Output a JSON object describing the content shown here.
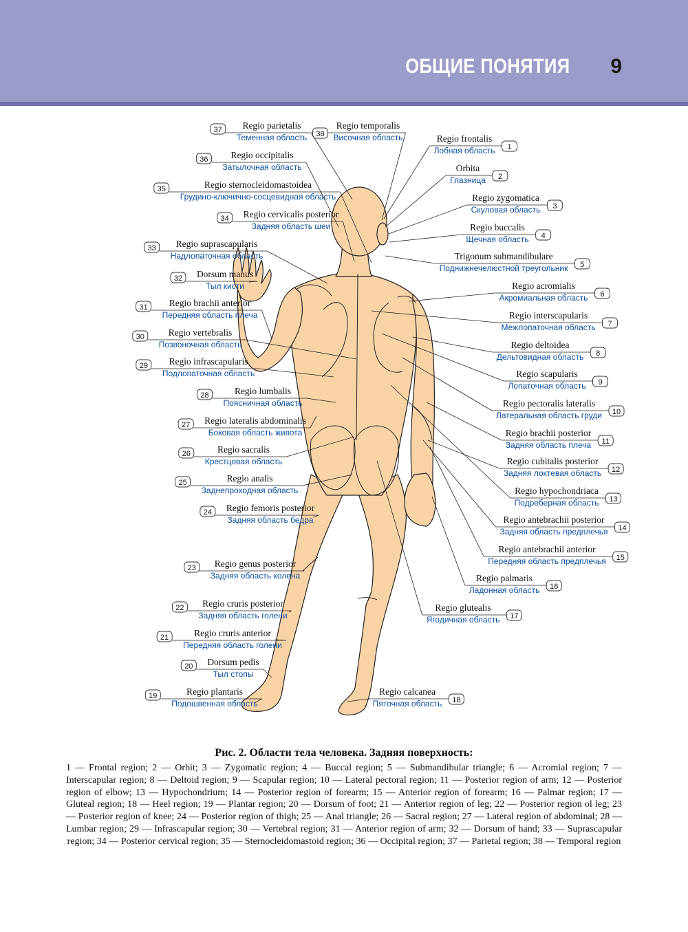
{
  "header": {
    "title": "ОБЩИЕ ПОНЯТИЯ",
    "page_number": "9"
  },
  "labels": [
    {
      "n": "1",
      "la": "Regio frontalis",
      "ru": "Лобная область"
    },
    {
      "n": "2",
      "la": "Orbita",
      "ru": "Глазница"
    },
    {
      "n": "3",
      "la": "Regio zygomatica",
      "ru": "Скуловая область"
    },
    {
      "n": "4",
      "la": "Regio buccalis",
      "ru": "Щечная область"
    },
    {
      "n": "5",
      "la": "Trigonum submandibulare",
      "ru": "Поднижнечелюстной треугольник"
    },
    {
      "n": "6",
      "la": "Regio acromialis",
      "ru": "Акромиальная область"
    },
    {
      "n": "7",
      "la": "Regio interscapularis",
      "ru": "Межлопаточная область"
    },
    {
      "n": "8",
      "la": "Regio deltoidea",
      "ru": "Дельтовидная область"
    },
    {
      "n": "9",
      "la": "Regio scapularis",
      "ru": "Лопаточная область"
    },
    {
      "n": "10",
      "la": "Regio pectoralis lateralis",
      "ru": "Латеральная область груди"
    },
    {
      "n": "11",
      "la": "Regio brachii posterior",
      "ru": "Задняя область плеча"
    },
    {
      "n": "12",
      "la": "Regio cubitalis posterior",
      "ru": "Задняя локтевая область"
    },
    {
      "n": "13",
      "la": "Regio hypochondriaca",
      "ru": "Подреберная область"
    },
    {
      "n": "14",
      "la": "Regio antebrachii posterior",
      "ru": "Задняя область предплечья"
    },
    {
      "n": "15",
      "la": "Regio antebrachii anterior",
      "ru": "Передняя область предплечья"
    },
    {
      "n": "16",
      "la": "Regio palmaris",
      "ru": "Ладонная область"
    },
    {
      "n": "17",
      "la": "Regio glutealis",
      "ru": "Ягодичная область"
    },
    {
      "n": "18",
      "la": "Regio calcanea",
      "ru": "Пяточная область"
    },
    {
      "n": "19",
      "la": "Regio plantaris",
      "ru": "Подошвенная область"
    },
    {
      "n": "20",
      "la": "Dorsum pedis",
      "ru": "Тыл стопы"
    },
    {
      "n": "21",
      "la": "Regio cruris anterior",
      "ru": "Передняя область голени"
    },
    {
      "n": "22",
      "la": "Regio cruris posterior",
      "ru": "Задняя область голени"
    },
    {
      "n": "23",
      "la": "Regio genus posterior",
      "ru": "Задняя область колена"
    },
    {
      "n": "24",
      "la": "Regio femoris posterior",
      "ru": "Задняя область бедра"
    },
    {
      "n": "25",
      "la": "Regio analis",
      "ru": "Заднепроходная область"
    },
    {
      "n": "26",
      "la": "Regio sacralis",
      "ru": "Крестцовая область"
    },
    {
      "n": "27",
      "la": "Regio lateralis abdominalis",
      "ru": "Боковая область живота"
    },
    {
      "n": "28",
      "la": "Regio lumbalis",
      "ru": "Поясничная область"
    },
    {
      "n": "29",
      "la": "Regio infrascapularis",
      "ru": "Подлопаточная область"
    },
    {
      "n": "30",
      "la": "Regio vertebralis",
      "ru": "Позвоночная область"
    },
    {
      "n": "31",
      "la": "Regio brachii anterior",
      "ru": "Передняя область плеча"
    },
    {
      "n": "32",
      "la": "Dorsum manus",
      "ru": "Тыл кисти"
    },
    {
      "n": "33",
      "la": "Regio suprascapularis",
      "ru": "Надлопаточная область"
    },
    {
      "n": "34",
      "la": "Regio cervicalis posterior",
      "ru": "Задняя область шеи"
    },
    {
      "n": "35",
      "la": "Regio sternocleidomastoidea",
      "ru": "Грудино-ключично-сосцевидная область"
    },
    {
      "n": "36",
      "la": "Regio occipitalis",
      "ru": "Затылочная область"
    },
    {
      "n": "37",
      "la": "Regio parietalis",
      "ru": "Теменная область"
    },
    {
      "n": "38",
      "la": "Regio temporalis",
      "ru": "Височная область"
    }
  ],
  "caption": {
    "title": "Рис. 2. Области тела человека. Задняя поверхность:",
    "text": "1 — Frontal region; 2 — Orbit; 3 — Zygomatic region; 4 — Buccal region; 5 — Submandibular triangle; 6 — Acromial region; 7 — Interscapular region; 8 — Deltoid region; 9 — Scapular region; 10 — Lateral pectoral region; 11 — Posterior region of arm; 12 — Posterior region of elbow; 13 — Hypochondrium; 14 — Posterior region of forearm; 15 — Anterior region of forearm; 16 — Palmar region; 17 — Gluteal region; 18 — Heel region; 19 — Plantar region; 20 — Dorsum of foot; 21 — Anterior region of leg; 22 — Posterior region ol leg; 23 — Posterior region of knee; 24 — Posterior region of thigh; 25 — Anal triangle; 26 — Sacral region; 27 — Lateral region of abdominal; 28 — Lumbar region; 29 — Infrascapular region; 30 — Vertebral region; 31 — Anterior region of arm; 32 — Dorsum of hand; 33 — Suprascapular region; 34 — Posterior cervical region; 35 — Sternocleidomastoid region; 36 — Occipital region; 37 — Parietal region; 38 — Temporal region"
  },
  "colors": {
    "header_bg": "#9b9cc9",
    "skin": "#f8d3a6",
    "latin_text": "#111111",
    "russian_text": "#0b4fa0"
  }
}
